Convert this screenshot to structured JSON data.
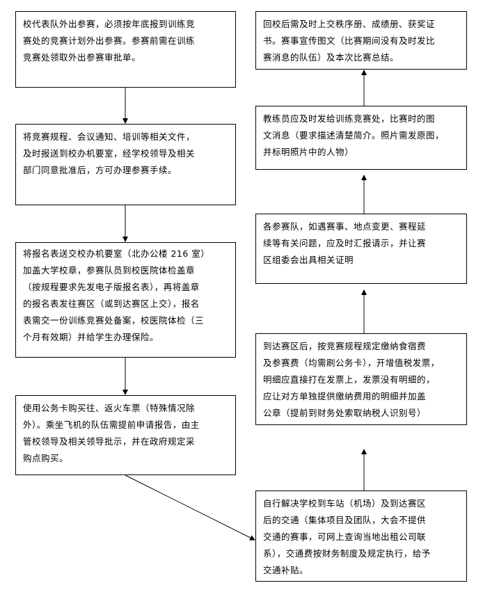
{
  "flow": {
    "left": [
      {
        "text": "校代表队外出参赛，必须按年底报到训练竞\n赛处的竞赛计划外出参赛。参赛前需在训练\n竞赛处领取外出参赛审批单。"
      },
      {
        "text": "将竞赛规程、会议通知、培训等相关文件，\n及时报送到校办机要室，经学校领导及相关\n部门同意批准后，方可办理参赛手续。"
      },
      {
        "text": "将报名表送交校办机要室（北办公楼 216 室）\n加盖大学校章，参赛队员到校医院体检盖章\n（按规程要求先发电子版报名表），再将盖章\n的报名表发往赛区（或到达赛区上交），报名\n表需交一份训练竞赛处备案，校医院体检（三\n个月有效期）并给学生办理保险。"
      },
      {
        "text": "使用公务卡购买往、返火车票（特殊情况除\n外）。乘坐飞机的队伍需提前申请报告，由主\n管校领导及相关领导批示，并在政府规定采\n购点购买。"
      }
    ],
    "right": [
      {
        "text": "回校后需及时上交秩序册、成绩册、获奖证\n书。赛事宣传图文（比赛期间没有及时发比\n赛消息的队伍）及本次比赛总结。"
      },
      {
        "text": "教练员应及时发给训练竞赛处，比赛时的图\n文消息（要求描述清楚简介。照片需发原图，\n并标明照片中的人物）"
      },
      {
        "text": "各参赛队，如遇赛事、地点变更、赛程延\n续等有关问题，应及时汇报请示，并让赛\n区组委会出具相关证明"
      },
      {
        "text": "到达赛区后，按竞赛规程规定缴纳食宿费\n及参赛费（均需刷公务卡），开增值税发票，\n明细应直接打在发票上，发票没有明细的，\n应让对方单独提供缴纳费用的明细并加盖\n公章（提前到财务处索取纳税人识别号）"
      },
      {
        "text": "自行解决学校到车站（机场）及到达赛区\n后的交通（集体项目及团队，大会不提供\n交通的赛事，可网上查询当地出租公司联\n系），交通费按财务制度及规定执行，给予\n交通补贴。"
      }
    ]
  }
}
